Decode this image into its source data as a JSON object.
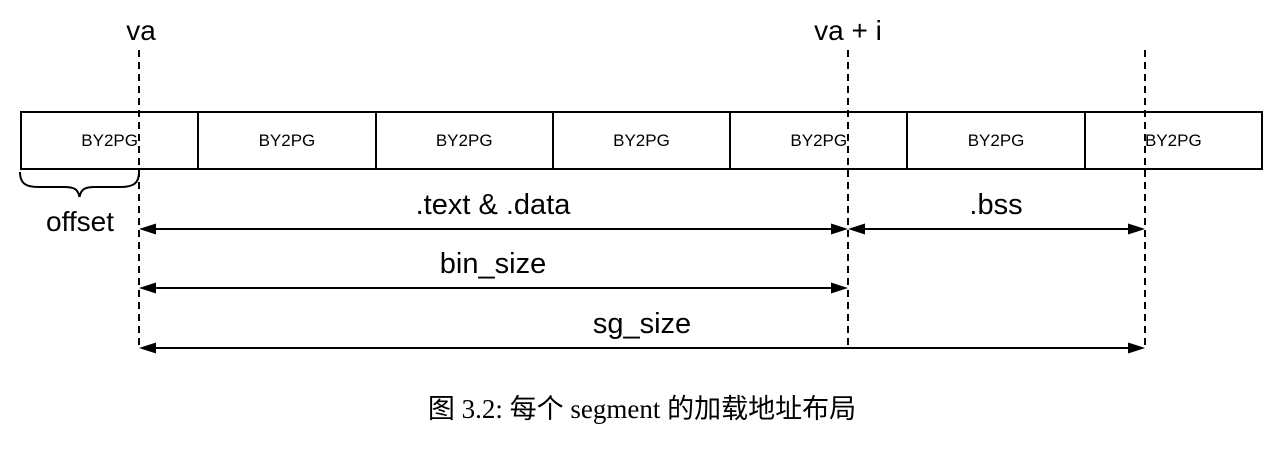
{
  "diagram": {
    "address_markers": {
      "va": "va",
      "va_plus_i": "va + i"
    },
    "cells": [
      "BY2PG",
      "BY2PG",
      "BY2PG",
      "BY2PG",
      "BY2PG",
      "BY2PG",
      "BY2PG"
    ],
    "offset": {
      "label": "offset"
    },
    "spans": {
      "text_data": ".text & .data",
      "bss": ".bss",
      "bin_size": "bin_size",
      "sg_size": "sg_size"
    }
  },
  "caption": "图 3.2: 每个 segment 的加载地址布局",
  "colors": {
    "line": "#000000",
    "background": "#ffffff"
  }
}
